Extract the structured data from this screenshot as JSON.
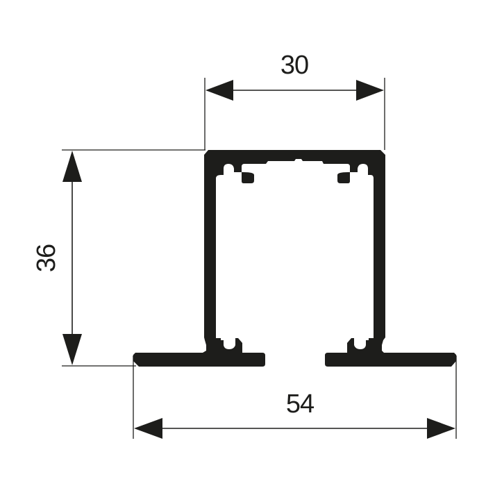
{
  "drawing": {
    "type": "technical cross-section drawing",
    "subject": "aluminium track profile",
    "units": "mm",
    "colors": {
      "line": "#1d1d1b",
      "profile_fill": "#1d1d1b",
      "background": "#ffffff"
    },
    "dimensions": {
      "top_width": {
        "label": "30",
        "orientation": "horizontal",
        "position": "top"
      },
      "height": {
        "label": "36",
        "orientation": "vertical",
        "position": "left"
      },
      "base_width": {
        "label": "54",
        "orientation": "horizontal",
        "position": "bottom"
      }
    }
  }
}
